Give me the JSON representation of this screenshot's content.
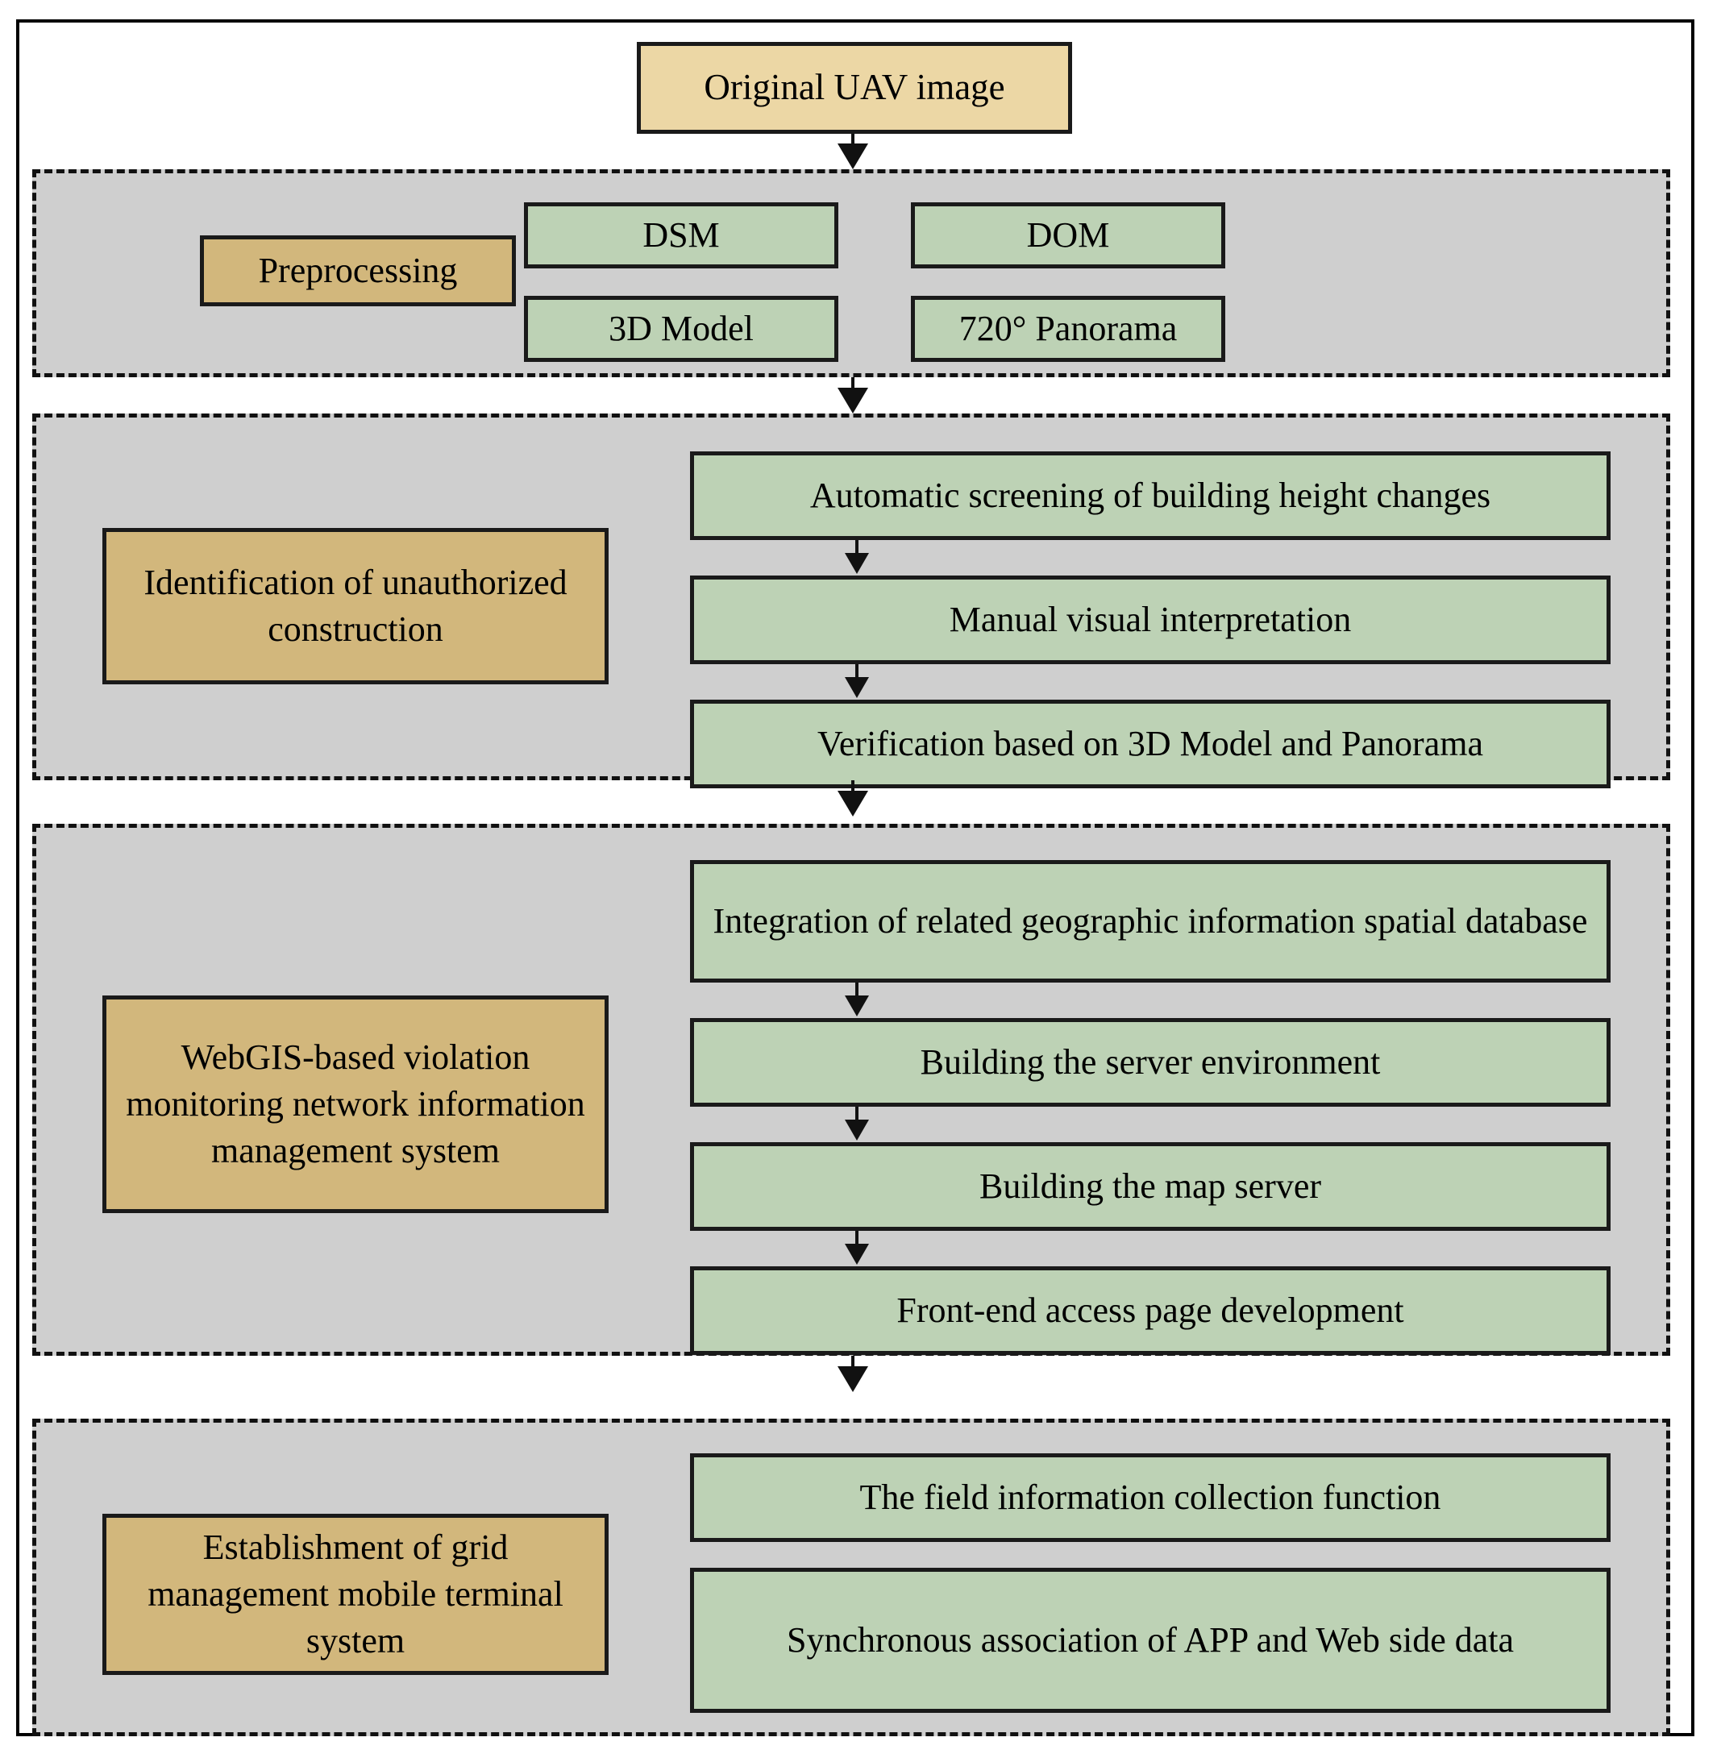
{
  "diagram": {
    "title_node": {
      "label": "Original UAV image"
    },
    "stages": [
      {
        "id": "preprocessing",
        "category": "Preprocessing",
        "layout": "grid-2x2",
        "steps": [
          "DSM",
          "DOM",
          "3D Model",
          "720° Panorama"
        ]
      },
      {
        "id": "identification",
        "category": "Identification of unauthorized construction",
        "layout": "vertical-chain",
        "steps": [
          "Automatic screening of building height changes",
          "Manual visual interpretation",
          "Verification based on 3D Model and Panorama"
        ]
      },
      {
        "id": "webgis-system",
        "category": "WebGIS-based violation monitoring network information management system",
        "layout": "vertical-chain",
        "steps": [
          "Integration of related geographic information spatial database",
          "Building the server environment",
          "Building the map server",
          "Front-end access page development"
        ]
      },
      {
        "id": "mobile-terminal",
        "category": "Establishment of grid management mobile terminal system",
        "layout": "vertical-stack",
        "steps": [
          "The field information collection function",
          "Synchronous association of APP and Web side data"
        ]
      }
    ],
    "colors": {
      "category_fill": "#d2b77c",
      "title_fill": "#ecd7a5",
      "step_fill": "#bdd2b5",
      "stage_fill": "#cfcfcf",
      "stroke": "#1a1a1a",
      "page": "#ffffff"
    }
  }
}
